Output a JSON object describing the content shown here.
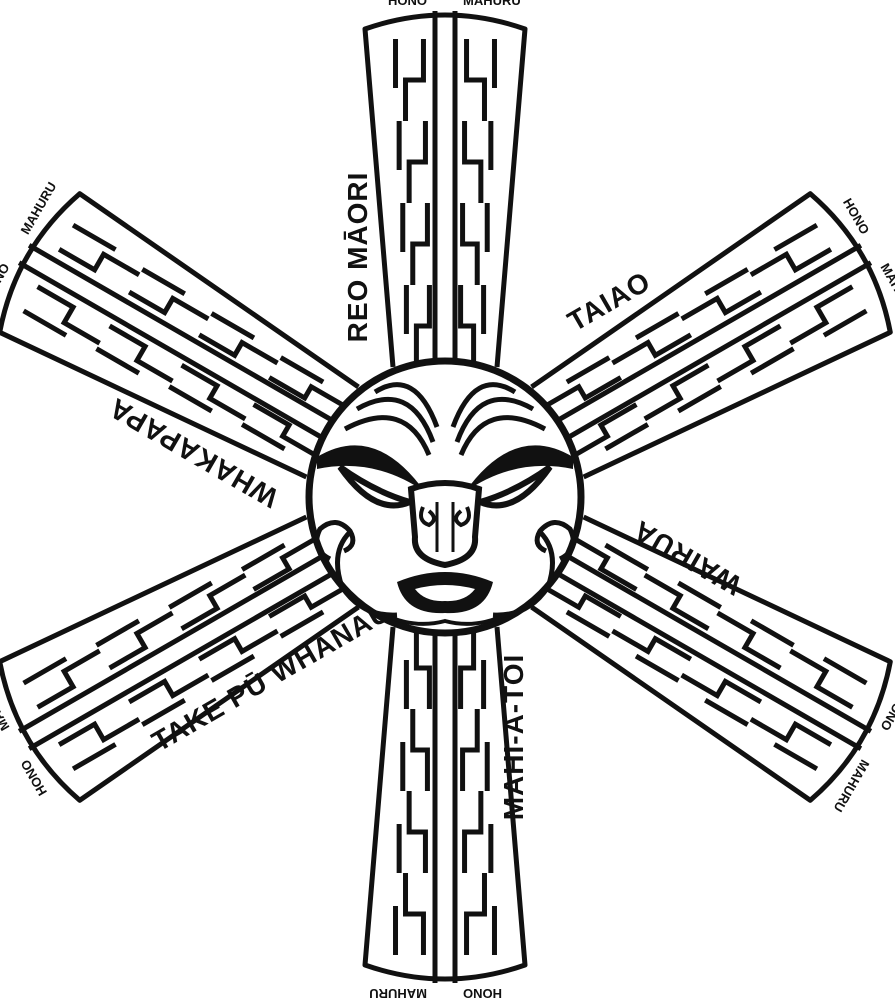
{
  "colors": {
    "ink": "#111111",
    "paper": "#ffffff"
  },
  "arms": [
    {
      "id": "top",
      "label": "REO MĀORI",
      "end_left": "HONO",
      "end_right": "MAHURU"
    },
    {
      "id": "upper-right",
      "label": "TAIAO",
      "end_left": "HONO",
      "end_right": "MAHURU"
    },
    {
      "id": "lower-right",
      "label": "WAIRUA",
      "end_left": "HONO",
      "end_right": "MAHURU"
    },
    {
      "id": "bottom",
      "label": "MAHI-A-TOI",
      "end_left": "HONO",
      "end_right": "MAHURU"
    },
    {
      "id": "lower-left",
      "label": "TAKE PŪ WHĀNAU",
      "end_left": "HONO",
      "end_right": "MAHURU"
    },
    {
      "id": "upper-left",
      "label": "WHAKAPAPA",
      "end_left": "HONO",
      "end_right": "MAHURU"
    }
  ],
  "center": {
    "icon": "maori-face-icon"
  }
}
